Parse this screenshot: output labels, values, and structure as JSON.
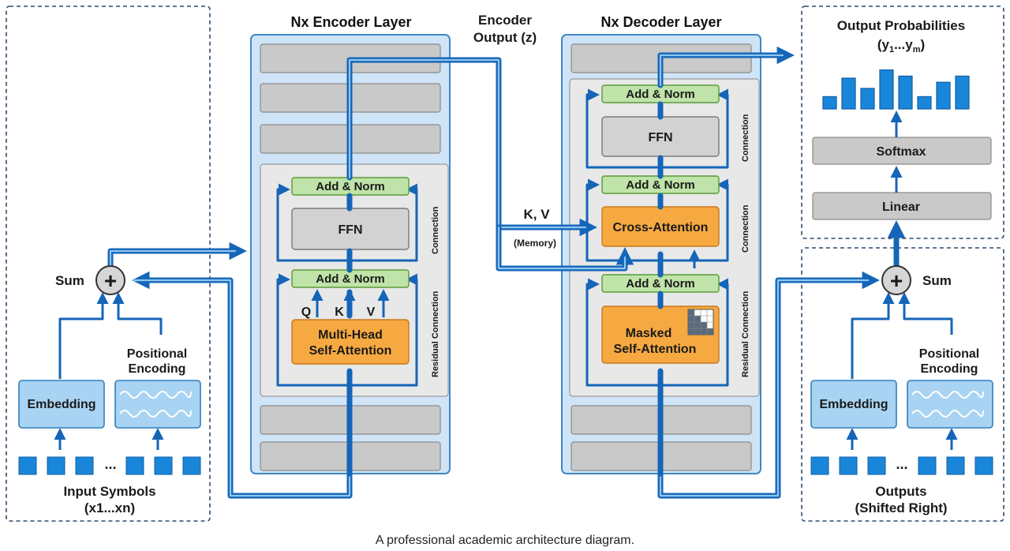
{
  "encoder": {
    "title": "Nx Encoder Layer",
    "add_norm_top": "Add & Norm",
    "ffn": "FFN",
    "add_norm_bottom": "Add & Norm",
    "q": "Q",
    "k": "K",
    "v": "V",
    "attention_line1": "Multi-Head",
    "attention_line2": "Self-Attention",
    "connection_label": "Connection",
    "residual_label": "Residual Connection"
  },
  "encoder_output": {
    "line1": "Encoder",
    "line2": "Output (z)",
    "kv": "K, V",
    "memory": "(Memory)"
  },
  "decoder": {
    "title": "Nx Decoder Layer",
    "add_norm_1": "Add & Norm",
    "ffn": "FFN",
    "add_norm_2": "Add & Norm",
    "cross_attention": "Cross-Attention",
    "add_norm_3": "Add & Norm",
    "masked_line1": "Masked",
    "masked_line2": "Self-Attention",
    "connection_label_1": "Connection",
    "connection_label_2": "Connection",
    "residual_label": "Residual Connection"
  },
  "input_side": {
    "sum": "Sum",
    "plus": "+",
    "positional_line1": "Positional",
    "positional_line2": "Encoding",
    "embedding": "Embedding",
    "ellipsis": "...",
    "symbols_line1": "Input Symbols",
    "symbols_line2": "(x1...xn)"
  },
  "output_side": {
    "sum": "Sum",
    "plus": "+",
    "positional_line1": "Positional",
    "positional_line2": "Encoding",
    "embedding": "Embedding",
    "ellipsis": "...",
    "outputs_line1": "Outputs",
    "outputs_line2": "(Shifted Right)"
  },
  "output_head": {
    "title_line1": "Output Probabilities",
    "title_line2": "(y",
    "title_sub1": "1",
    "title_mid": "...y",
    "title_subm": "m",
    "title_end": ")",
    "softmax": "Softmax",
    "linear": "Linear",
    "probabilities": [
      0.3,
      0.75,
      0.5,
      0.95,
      0.8,
      0.3,
      0.65,
      0.8
    ]
  },
  "caption": "A professional academic architecture diagram.",
  "colors": {
    "pipe_blue": "#1565b8",
    "attention_orange": "#f7a941",
    "add_norm_green": "#bfe3a8",
    "layer_blue": "#cfe4f7",
    "block_gray": "#c9c9c9"
  }
}
